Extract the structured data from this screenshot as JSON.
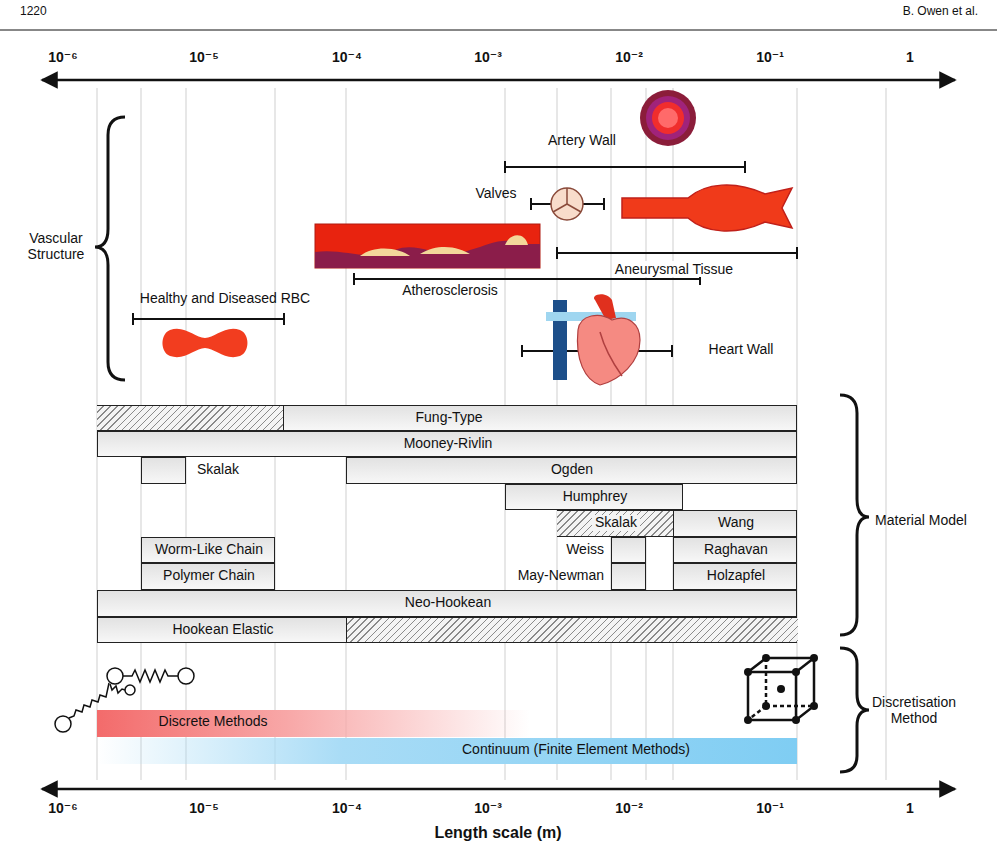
{
  "diagram": {
    "nodes": [
      {
        "text": [
          "Fung-Type"
        ]
      },
      {
        "text": [
          "Mooney-Rivlin"
        ]
      },
      {
        "text": [
          "Skalak"
        ]
      },
      {
        "text": [
          "Ogden"
        ]
      },
      {
        "text": [
          "Humphrey"
        ]
      },
      {
        "text": [
          "Skalak"
        ]
      },
      {
        "text": [
          "Wang"
        ]
      },
      {
        "text": [
          "Worm-Like Chain"
        ]
      },
      {
        "text": [
          "Weiss"
        ]
      },
      {
        "text": [
          "Raghavan"
        ]
      },
      {
        "text": [
          "Polymer Chain"
        ]
      },
      {
        "text": [
          "May-Newman"
        ]
      },
      {
        "text": [
          "Holzapfel"
        ]
      },
      {
        "text": [
          "Neo-Hookean"
        ]
      },
      {
        "text": [
          "Hookean Elastic"
        ]
      },
      {
        "text": [
          "Discrete Methods"
        ]
      },
      {
        "text": [
          "Continuum (Finite Element Methods)"
        ]
      }
    ],
    "edges": [],
    "labels": [
      "1220",
      "B. Owen et al.",
      "10⁻⁶",
      "10⁻⁵",
      "10⁻⁴",
      "10⁻³",
      "10⁻²",
      "10⁻¹",
      "1",
      "Artery Wall",
      "Valves",
      "Aneurysmal Tissue",
      "Atherosclerosis",
      "Healthy and Diseased RBC",
      "Heart Wall",
      "Vascular Structure",
      "Material Model",
      "Discretisation Method",
      "10⁻⁶",
      "10⁻⁵",
      "10⁻⁴",
      "10⁻³",
      "10⁻²",
      "10⁻¹",
      "1",
      "Length scale (m)"
    ]
  }
}
